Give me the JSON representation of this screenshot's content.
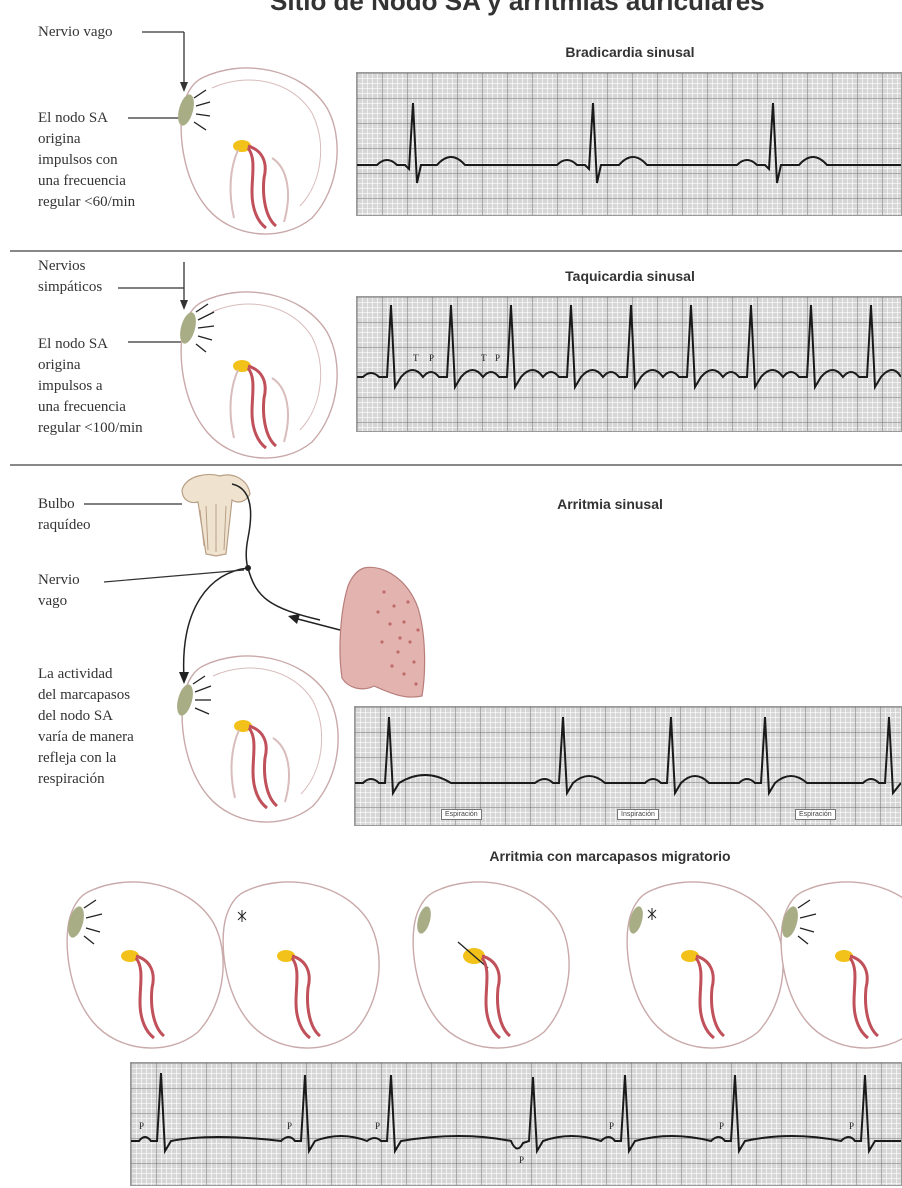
{
  "page_title": "Sitio de Nodo SA y arritmias auriculares",
  "sections": {
    "bradicardia": {
      "title": "Bradicardia sinusal",
      "label_nerve": "Nervio vago",
      "label_node_lines": [
        "El nodo SA",
        "origina",
        "impulsos con",
        "una frecuencia",
        "regular <60/min"
      ]
    },
    "taquicardia": {
      "title": "Taquicardia sinusal",
      "label_nerve_lines": [
        "Nervios",
        "simpáticos"
      ],
      "label_node_lines": [
        "El nodo SA",
        "origina",
        "impulsos a",
        "una frecuencia",
        "regular <100/min"
      ],
      "wave_marks": [
        "T",
        "P"
      ]
    },
    "arritmia": {
      "title": "Arritmia sinusal",
      "label_bulbo_lines": [
        "Bulbo",
        "raquídeo"
      ],
      "label_vago_lines": [
        "Nervio",
        "vago"
      ],
      "label_activity_lines": [
        "La actividad",
        "del marcapasos",
        "del nodo SA",
        "varía de manera",
        "refleja con la",
        "respiración"
      ],
      "respiration_notes": [
        "Espiración",
        "Inspiración",
        "Espiración"
      ]
    },
    "migratorio": {
      "title": "Arritmia con marcapasos migratorio",
      "wave_mark": "P"
    }
  },
  "colors": {
    "grid_bg": "#d6d6d6",
    "trace": "#1a1a1a",
    "heart_outline": "#c9a9a9",
    "sa_node": "#a9ad86",
    "av_node": "#f2c21b",
    "bundle": "#c0505a",
    "lung": "#e3b3b0"
  },
  "icons": [
    "heart-icon",
    "brain-medulla-icon",
    "lung-icon",
    "arrow-icon"
  ]
}
